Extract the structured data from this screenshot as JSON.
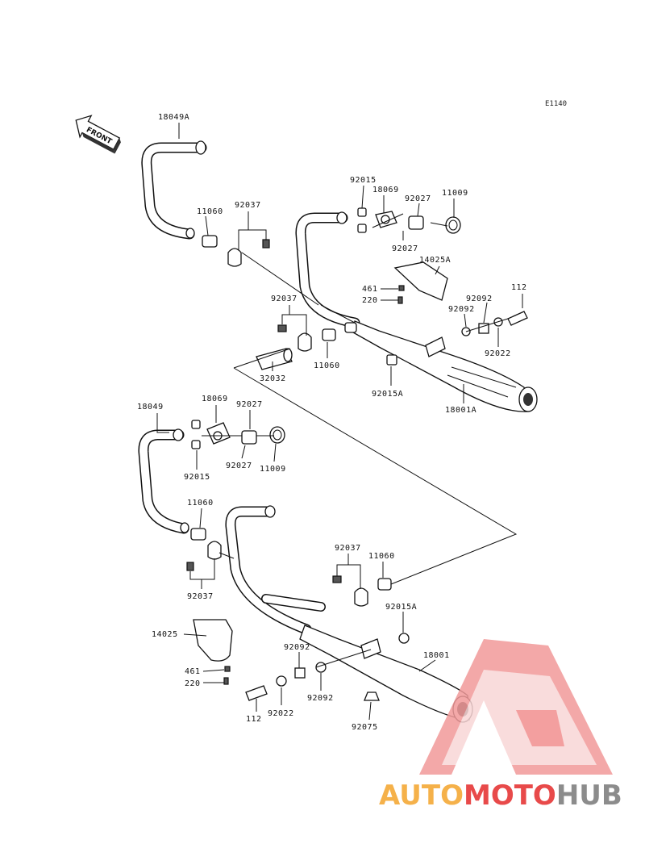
{
  "diagram": {
    "ref_code": "E1140",
    "front_label": "FRONT",
    "parts": [
      {
        "id": "p1",
        "label": "18049A"
      },
      {
        "id": "p2",
        "label": "11060"
      },
      {
        "id": "p3",
        "label": "92037"
      },
      {
        "id": "p4",
        "label": "92015"
      },
      {
        "id": "p5",
        "label": "18069"
      },
      {
        "id": "p6",
        "label": "92027"
      },
      {
        "id": "p7",
        "label": "11009"
      },
      {
        "id": "p8",
        "label": "92027"
      },
      {
        "id": "p9",
        "label": "14025A"
      },
      {
        "id": "p10",
        "label": "461"
      },
      {
        "id": "p11",
        "label": "220"
      },
      {
        "id": "p12",
        "label": "112"
      },
      {
        "id": "p13",
        "label": "92092"
      },
      {
        "id": "p14",
        "label": "92092"
      },
      {
        "id": "p15",
        "label": "92022"
      },
      {
        "id": "p16",
        "label": "92037"
      },
      {
        "id": "p17",
        "label": "32032"
      },
      {
        "id": "p18",
        "label": "11060"
      },
      {
        "id": "p19",
        "label": "92015A"
      },
      {
        "id": "p20",
        "label": "18001A"
      },
      {
        "id": "p21",
        "label": "18049"
      },
      {
        "id": "p22",
        "label": "18069"
      },
      {
        "id": "p23",
        "label": "92027"
      },
      {
        "id": "p24",
        "label": "92015"
      },
      {
        "id": "p25",
        "label": "92027"
      },
      {
        "id": "p26",
        "label": "11009"
      },
      {
        "id": "p27",
        "label": "11060"
      },
      {
        "id": "p28",
        "label": "92037"
      },
      {
        "id": "p29",
        "label": "92037"
      },
      {
        "id": "p30",
        "label": "11060"
      },
      {
        "id": "p31",
        "label": "92015A"
      },
      {
        "id": "p32",
        "label": "14025"
      },
      {
        "id": "p33",
        "label": "18001"
      },
      {
        "id": "p34",
        "label": "92092"
      },
      {
        "id": "p35",
        "label": "461"
      },
      {
        "id": "p36",
        "label": "220"
      },
      {
        "id": "p37",
        "label": "112"
      },
      {
        "id": "p38",
        "label": "92022"
      },
      {
        "id": "p39",
        "label": "92092"
      },
      {
        "id": "p40",
        "label": "92075"
      }
    ]
  },
  "watermark": {
    "part1": "AUTO",
    "part2": "MOTO",
    "part3": "HUB",
    "color1": "#f5b14a",
    "color2": "#e84a4a",
    "color3": "#8c8c8c"
  }
}
